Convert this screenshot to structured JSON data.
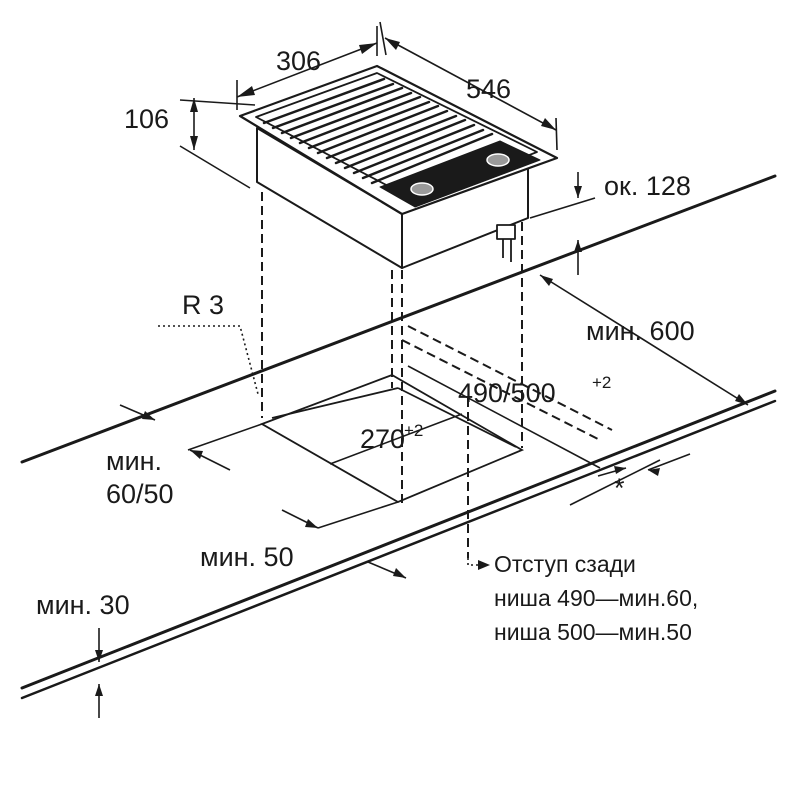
{
  "dimensions": {
    "width": "306",
    "depth": "546",
    "height": "106",
    "plug_depth": "ок. 128",
    "radius": "R 3",
    "min_wall_distance": "мин. 600",
    "cutout_depth": "490/500",
    "cutout_depth_tol": "+2",
    "cutout_width": "270",
    "cutout_width_tol": "+2",
    "min_front_line1": "мин.",
    "min_front_line2": "60/50",
    "min_side": "мин. 50",
    "min_thickness": "мин. 30",
    "asterisk": "*"
  },
  "note": {
    "line1": "Отступ сзади",
    "line2": "ниша 490—мин.60,",
    "line3": "ниша 500—мин.50"
  }
}
